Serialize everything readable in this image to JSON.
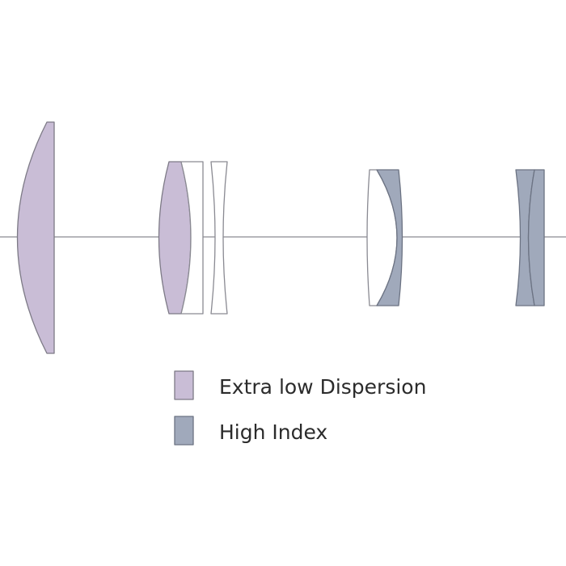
{
  "legend": {
    "items": [
      {
        "label": "Extra low Dispersion",
        "color": "#c9bdd6"
      },
      {
        "label": "High Index",
        "color": "#a0a9bb"
      }
    ]
  },
  "lens_groups": [
    {
      "name": "group-1",
      "elements": [
        "extra-low-dispersion"
      ]
    },
    {
      "name": "group-2",
      "elements": [
        "extra-low-dispersion",
        "clear",
        "clear"
      ]
    },
    {
      "name": "group-3",
      "elements": [
        "clear",
        "high-index"
      ]
    },
    {
      "name": "group-4",
      "elements": [
        "high-index",
        "high-index"
      ]
    }
  ]
}
